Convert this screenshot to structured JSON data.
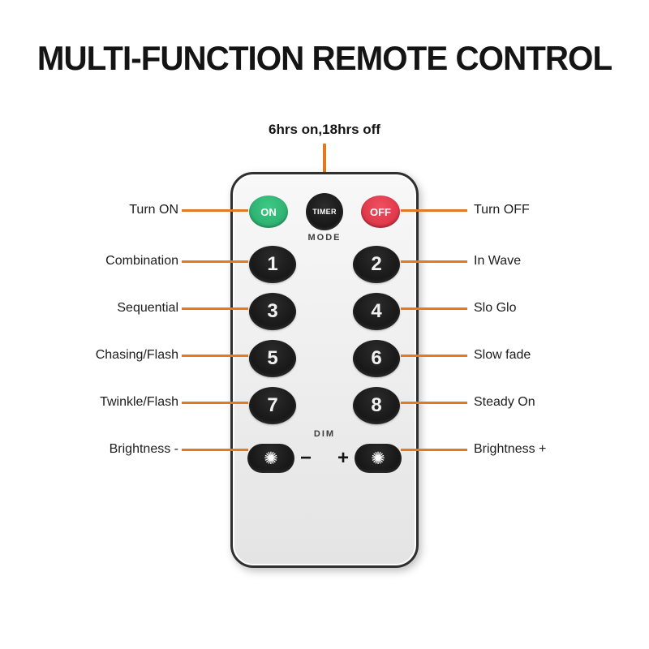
{
  "title": "MULTI-FUNCTION REMOTE CONTROL",
  "timer_note": "6hrs on,18hrs off",
  "remote": {
    "on_label": "ON",
    "timer_label": "TIMER",
    "off_label": "OFF",
    "mode_label": "MODE",
    "buttons": [
      "1",
      "2",
      "3",
      "4",
      "5",
      "6",
      "7",
      "8"
    ],
    "dim_label": "DIM",
    "minus": "−",
    "plus": "+",
    "sun_icon": "✺"
  },
  "callouts": {
    "left": [
      "Turn ON",
      "Combination",
      "Sequential",
      "Chasing/Flash",
      "Twinkle/Flash",
      "Brightness -"
    ],
    "right": [
      "Turn OFF",
      "In Wave",
      "Slo Glo",
      "Slow fade",
      "Steady On",
      "Brightness +"
    ]
  },
  "colors": {
    "accent_line": "#e4791f",
    "on_button_green": "#2fb573",
    "off_button_red": "#d62b3e",
    "key_black": "#141414",
    "remote_body": "#ededed"
  }
}
